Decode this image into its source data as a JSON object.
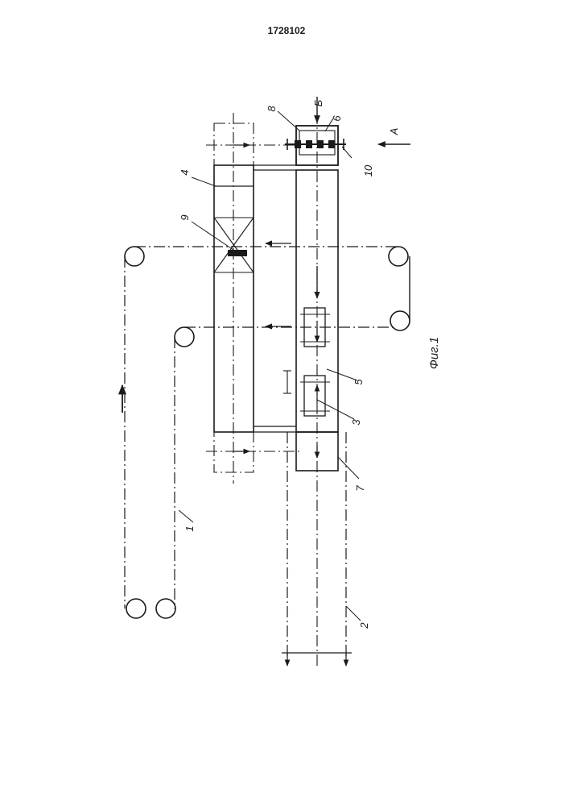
{
  "patent_number": "1728102",
  "figure_caption": "Фиг.1",
  "view_labels": {
    "a": "А",
    "b": "Б"
  },
  "callouts": [
    "1",
    "2",
    "3",
    "4",
    "5",
    "6",
    "7",
    "8",
    "9",
    "10"
  ]
}
